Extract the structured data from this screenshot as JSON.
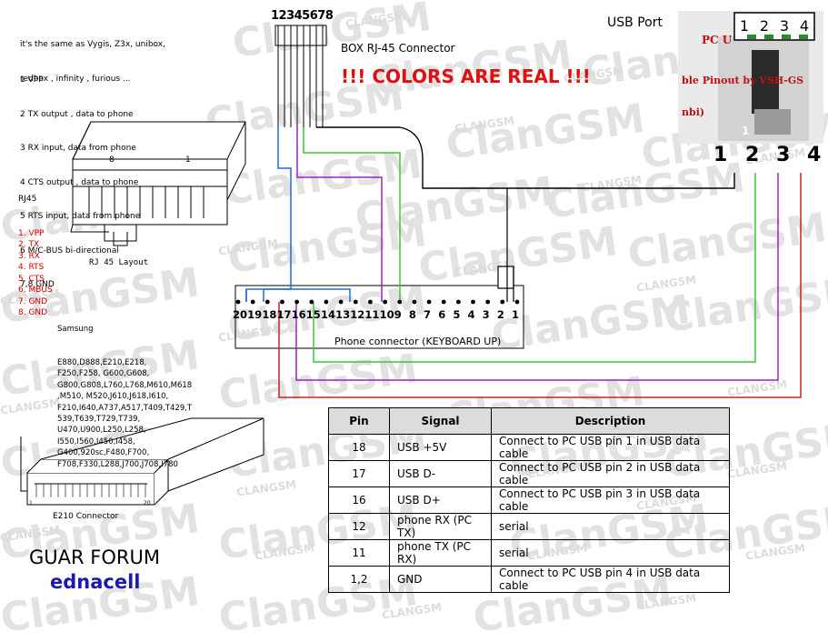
{
  "intro": {
    "lines": [
      "it's the same as Vygis, Z3x, unibox,",
      "redbox , infinity , furious ..."
    ]
  },
  "pin_notes": [
    "1 VPP",
    "2 TX output , data to phone",
    "3 RX input, data from phone",
    "4 CTS output , data to phone",
    "5 RTS input, data from phone",
    "6 M/C-BUS bi-directional",
    "7,8 GND"
  ],
  "rj45": {
    "title": "RJ45",
    "items": [
      {
        "label": "1. VPP",
        "color": "#d00000"
      },
      {
        "label": "2. TX",
        "color": "#d00000"
      },
      {
        "label": "3. RX",
        "color": "#d00000"
      },
      {
        "label": "4. RTS",
        "color": "#d00000"
      },
      {
        "label": "5. CTS",
        "color": "#d00000"
      },
      {
        "label": "6. MBUS",
        "color": "#d00000"
      },
      {
        "label": "7. GND",
        "color": "#d00000"
      },
      {
        "label": "8. GND",
        "color": "#d00000"
      }
    ],
    "plug_pin_left": "8",
    "plug_pin_right": "1",
    "layout_caption": "RJ 45 Layout"
  },
  "box_connector": {
    "pin_numbers": "12345678",
    "label": "BOX RJ-45 Connector"
  },
  "colors_note": "!!! COLORS ARE REAL !!!",
  "usb": {
    "label": "USB Port",
    "header_pins": [
      "1",
      "2",
      "3",
      "4"
    ],
    "photo_texts": [
      "PC U",
      "ble Pinout by VSH-GS",
      "nbi)",
      "1"
    ],
    "pin_numbers": [
      "1",
      "2",
      "3",
      "4"
    ]
  },
  "phone_connector": {
    "pins": [
      "20",
      "19",
      "18",
      "17",
      "16",
      "15",
      "14",
      "13",
      "12",
      "11",
      "10",
      "9",
      "8",
      "7",
      "6",
      "5",
      "4",
      "3",
      "2",
      "1"
    ],
    "label": "Phone connector (KEYBOARD UP)"
  },
  "samsung": {
    "title": "Samsung",
    "models": [
      "E880,D888,E210,E218,",
      "F250,F258, G600,G608,",
      "G800,G808,L760,L768,M610,M618",
      ",M510, M520,J610,J618,I610,",
      "F210,I640,A737,A517,T409,T429,T",
      "539,T639,T729,T739,",
      "U470,U900,L250,L258,",
      "I550,I560,I450,I458,",
      "G400,920sc,F480,F700,",
      "F708,F330,L288,J700,J708,I780"
    ]
  },
  "e210": {
    "pin_left": "1",
    "pin_right": "20",
    "caption": "E210 Connector"
  },
  "forum": {
    "title": "GUAR FORUM",
    "subtitle": "ednacell",
    "subtitle_color": "#1a1ab0"
  },
  "table": {
    "headers": [
      "Pin",
      "Signal",
      "Description"
    ],
    "rows": [
      {
        "pin": "18",
        "signal": "USB +5V",
        "description": "Connect to PC USB pin 1 in USB data cable"
      },
      {
        "pin": "17",
        "signal": "USB D-",
        "description": "Connect to PC USB pin 2 in USB data cable"
      },
      {
        "pin": "16",
        "signal": "USB D+",
        "description": "Connect to PC USB pin 3 in USB data cable"
      },
      {
        "pin": "12",
        "signal": "phone RX (PC TX)",
        "description": "serial"
      },
      {
        "pin": "11",
        "signal": "phone TX (PC RX)",
        "description": "serial"
      },
      {
        "pin": "1,2",
        "signal": "GND",
        "description": "Connect to PC USB pin 4 in USB data cable"
      }
    ]
  },
  "watermark": {
    "big": "ClanGSM",
    "small": "CLANGSM"
  },
  "wire_colors": {
    "blue": "#1e6fd0",
    "purple": "#9a22c8",
    "green": "#38c838",
    "red": "#c0281e",
    "black": "#000000"
  }
}
